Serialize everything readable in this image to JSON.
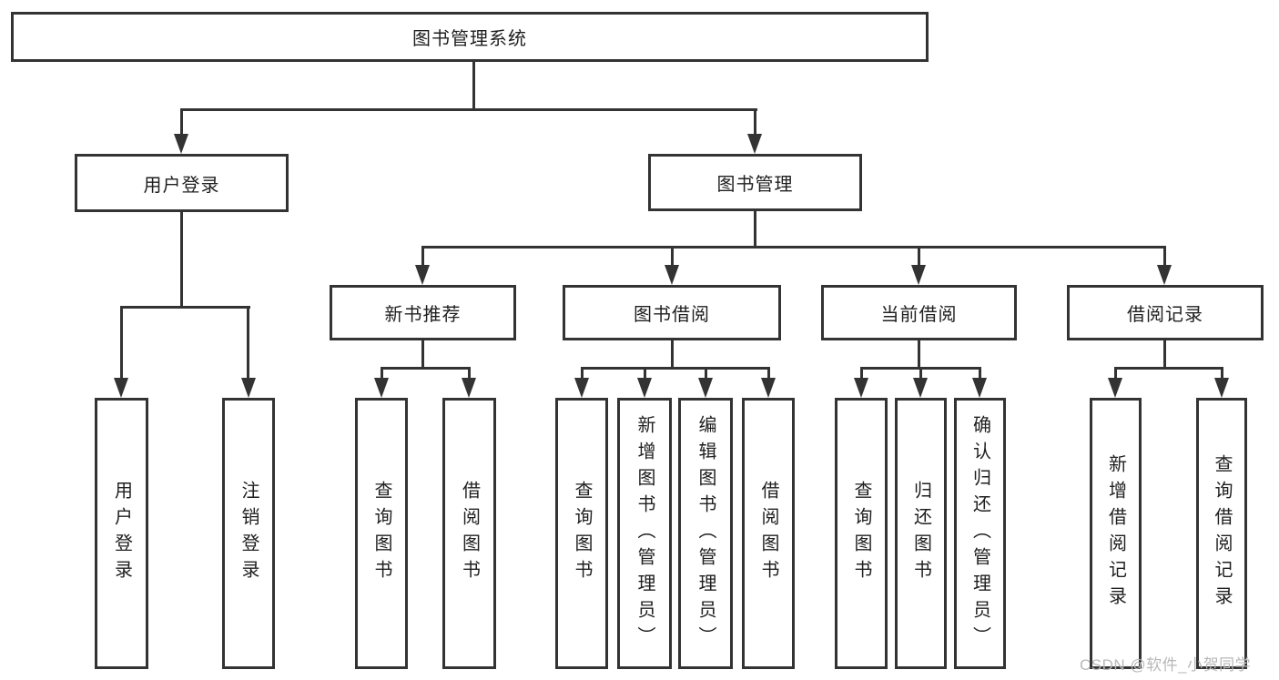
{
  "diagram": {
    "root": {
      "label": "图书管理系统"
    },
    "level2": [
      {
        "label": "用户登录"
      },
      {
        "label": "图书管理"
      }
    ],
    "level3": [
      {
        "label": "新书推荐"
      },
      {
        "label": "图书借阅"
      },
      {
        "label": "当前借阅"
      },
      {
        "label": "借阅记录"
      }
    ],
    "leaves": {
      "login": [
        {
          "label": "用户登录"
        },
        {
          "label": "注销登录"
        }
      ],
      "recommend": [
        {
          "label": "查询图书"
        },
        {
          "label": "借阅图书"
        }
      ],
      "borrow": [
        {
          "label": "查询图书"
        },
        {
          "label": "新增图书（管理员）"
        },
        {
          "label": "编辑图书（管理员）"
        },
        {
          "label": "借阅图书"
        }
      ],
      "current": [
        {
          "label": "查询图书"
        },
        {
          "label": "归还图书"
        },
        {
          "label": "确认归还（管理员）"
        }
      ],
      "records": [
        {
          "label": "新增借阅记录"
        },
        {
          "label": "查询借阅记录"
        }
      ]
    }
  },
  "watermark": {
    "text": "CSDN @软件_小贺同学"
  },
  "colors": {
    "line": "#333333",
    "text": "#1f1f1f",
    "background": "#ffffff",
    "watermark": "#b8b8b8"
  }
}
